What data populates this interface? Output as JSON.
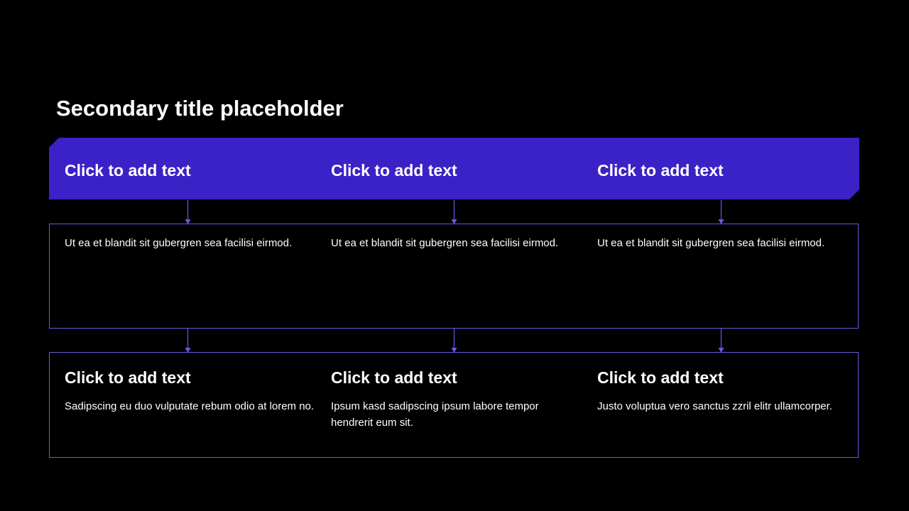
{
  "slide": {
    "title": "Secondary title placeholder"
  },
  "colors": {
    "background": "#000000",
    "header_band": "#3a22c7",
    "border_accent": "#6a58e0",
    "text": "#ffffff"
  },
  "columns": [
    {
      "heading": "Click to add text",
      "middle_text": "Ut ea et blandit sit gubergren sea facilisi eirmod.",
      "bottom_heading": "Click to add text",
      "bottom_text": "Sadipscing eu duo vulputate rebum odio at lorem no."
    },
    {
      "heading": "Click to add text",
      "middle_text": "Ut ea et blandit sit gubergren sea facilisi eirmod.",
      "bottom_heading": "Click to add text",
      "bottom_text": "Ipsum kasd sadipscing ipsum labore tempor hendrerit eum sit."
    },
    {
      "heading": "Click to add text",
      "middle_text": "Ut ea et blandit sit gubergren sea facilisi eirmod.",
      "bottom_heading": "Click to add text",
      "bottom_text": "Justo voluptua vero sanctus zzril elitr ullamcorper."
    }
  ]
}
